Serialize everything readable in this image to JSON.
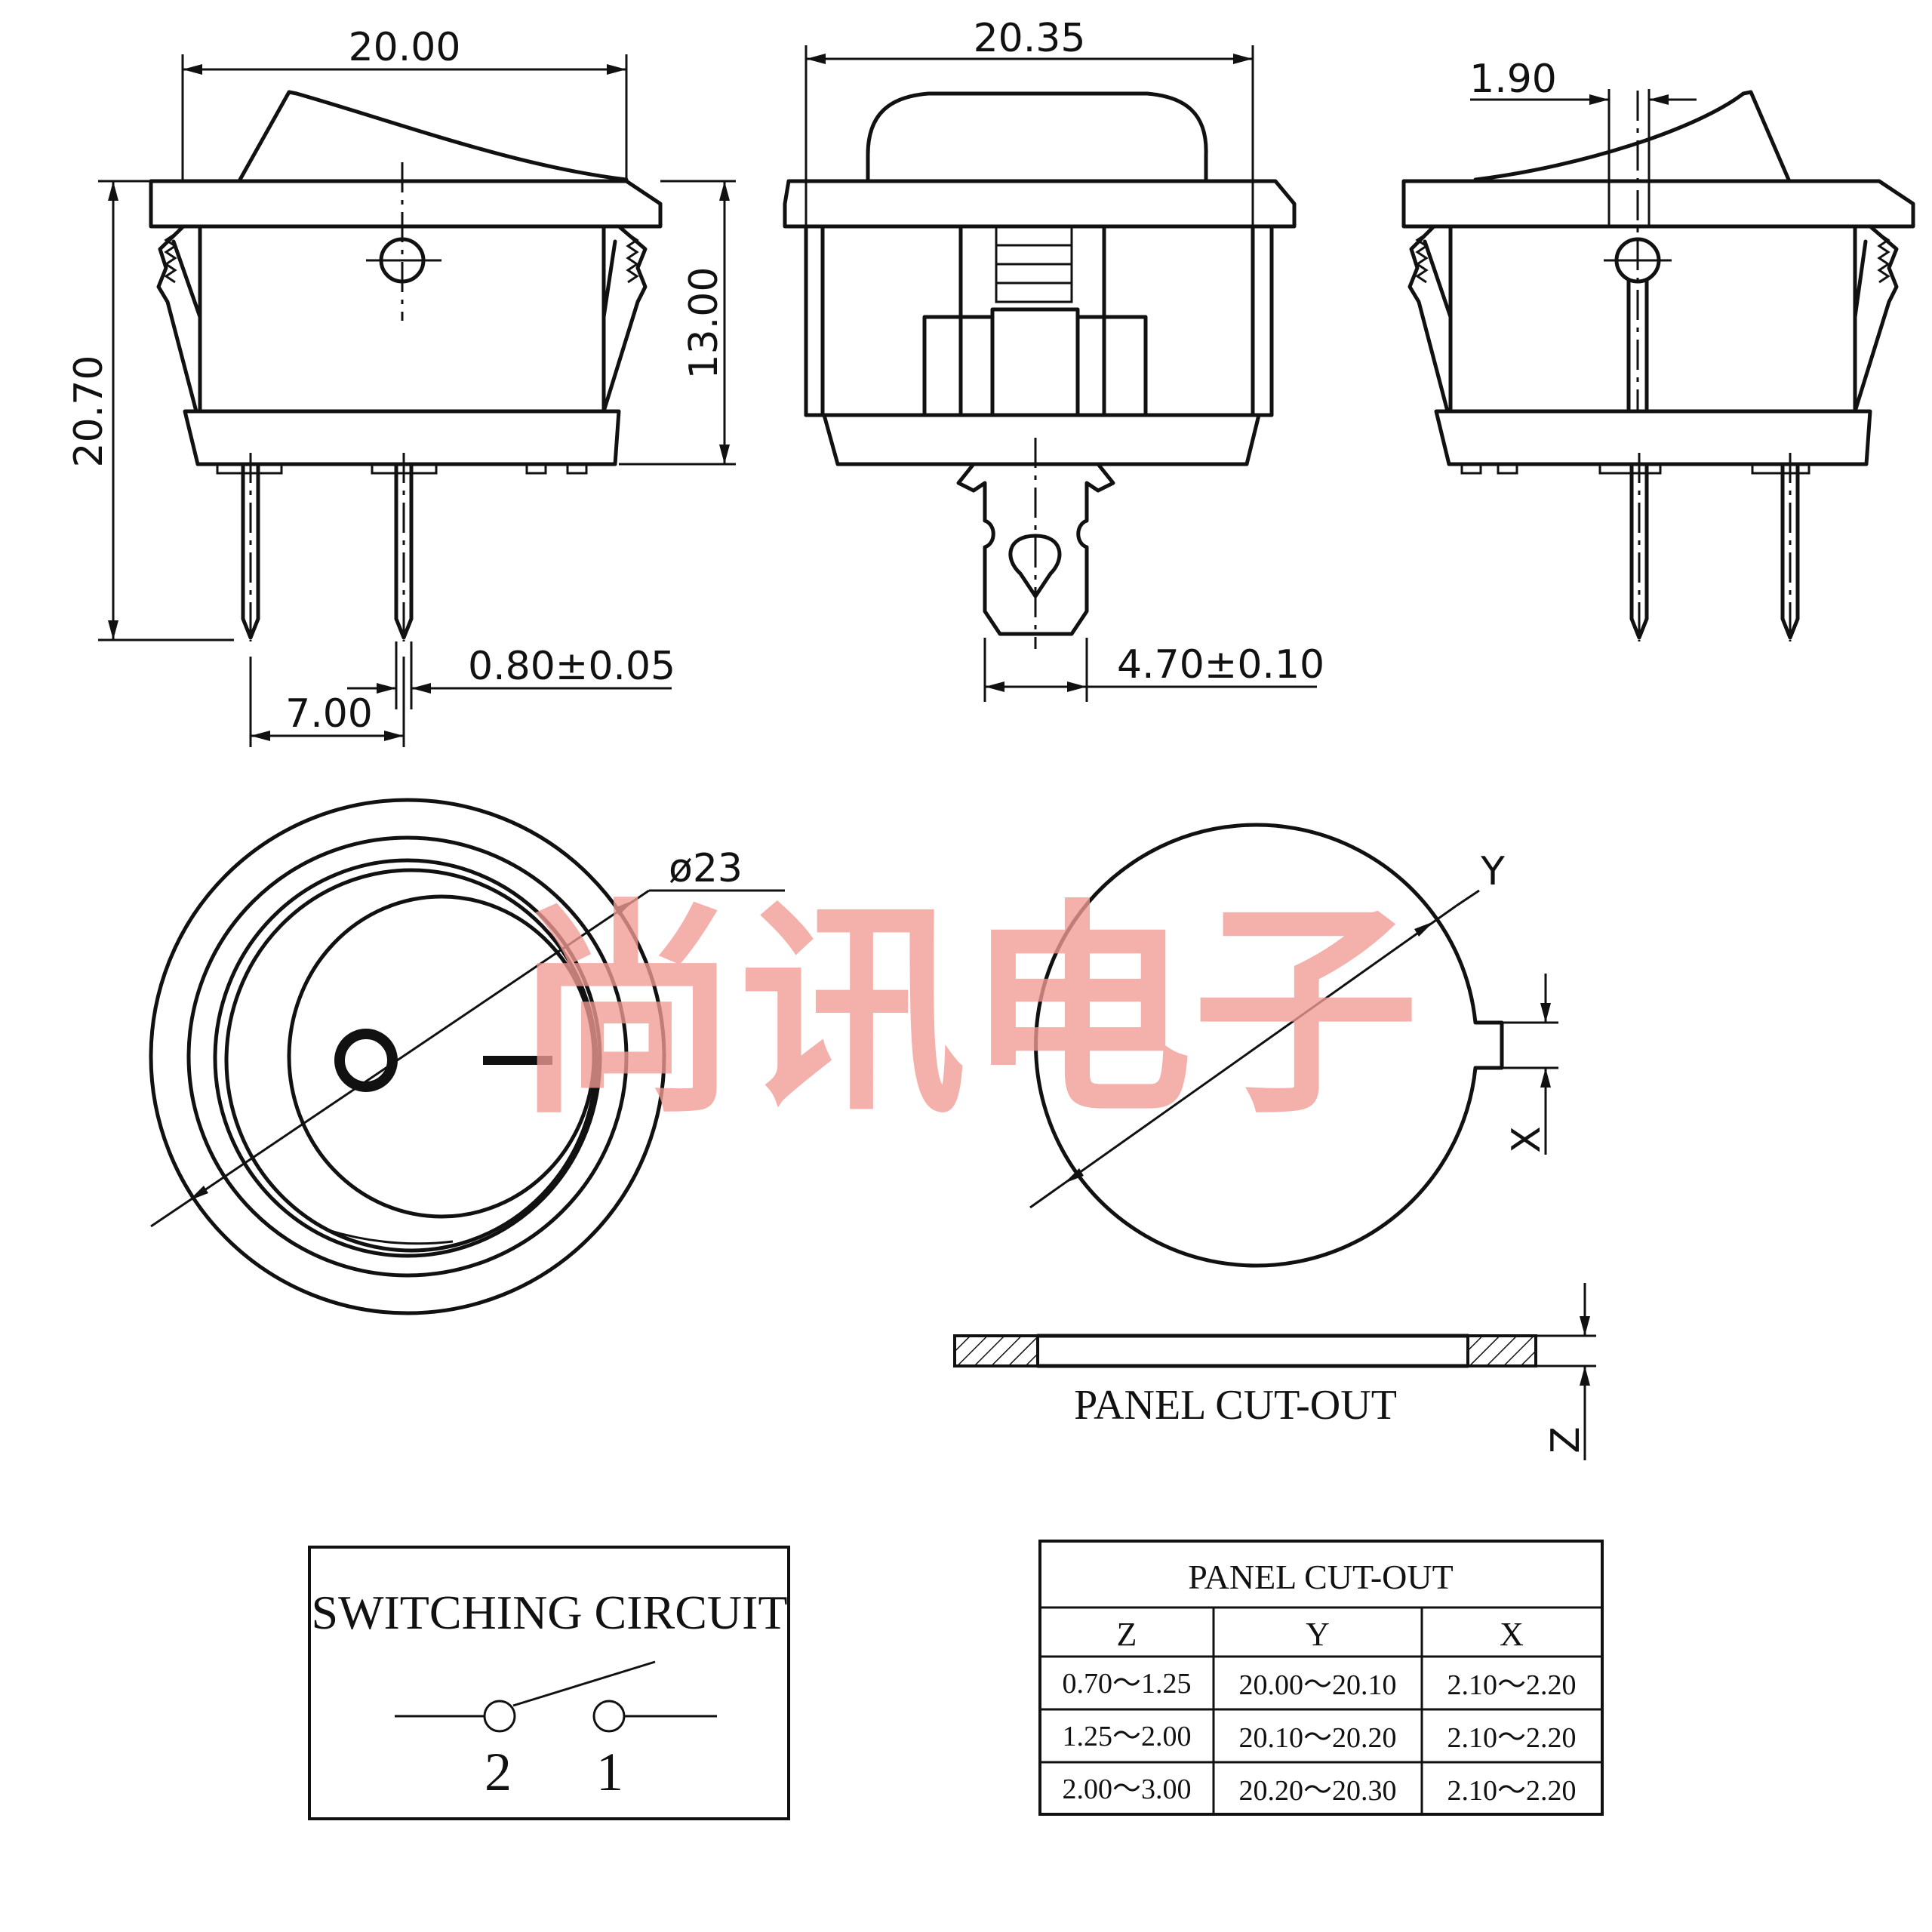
{
  "dimensions": {
    "front_width": "20.00",
    "side_width": "20.35",
    "offset": "1.90",
    "total_height": "20.70",
    "body_height": "13.00",
    "pin_thickness": "0.80±0.05",
    "pin_spacing": "7.00",
    "terminal_width": "4.70±0.10",
    "diameter": "ø23"
  },
  "cutout_labels": {
    "x": "X",
    "y": "Y",
    "z": "Z"
  },
  "panel_cutout_caption": "PANEL CUT-OUT",
  "watermark": "尚讯电子",
  "switching_circuit": {
    "title": "SWITCHING CIRCUIT",
    "terminal_2": "2",
    "terminal_1": "1"
  },
  "table": {
    "title": "PANEL CUT-OUT",
    "headers": [
      "Z",
      "Y",
      "X"
    ],
    "rows": [
      [
        "0.70～1.25",
        "20.00～20.10",
        "2.10～2.20"
      ],
      [
        "1.25～2.00",
        "20.10～20.20",
        "2.10～2.20"
      ],
      [
        "2.00～3.00",
        "20.20～20.30",
        "2.10～2.20"
      ]
    ]
  }
}
